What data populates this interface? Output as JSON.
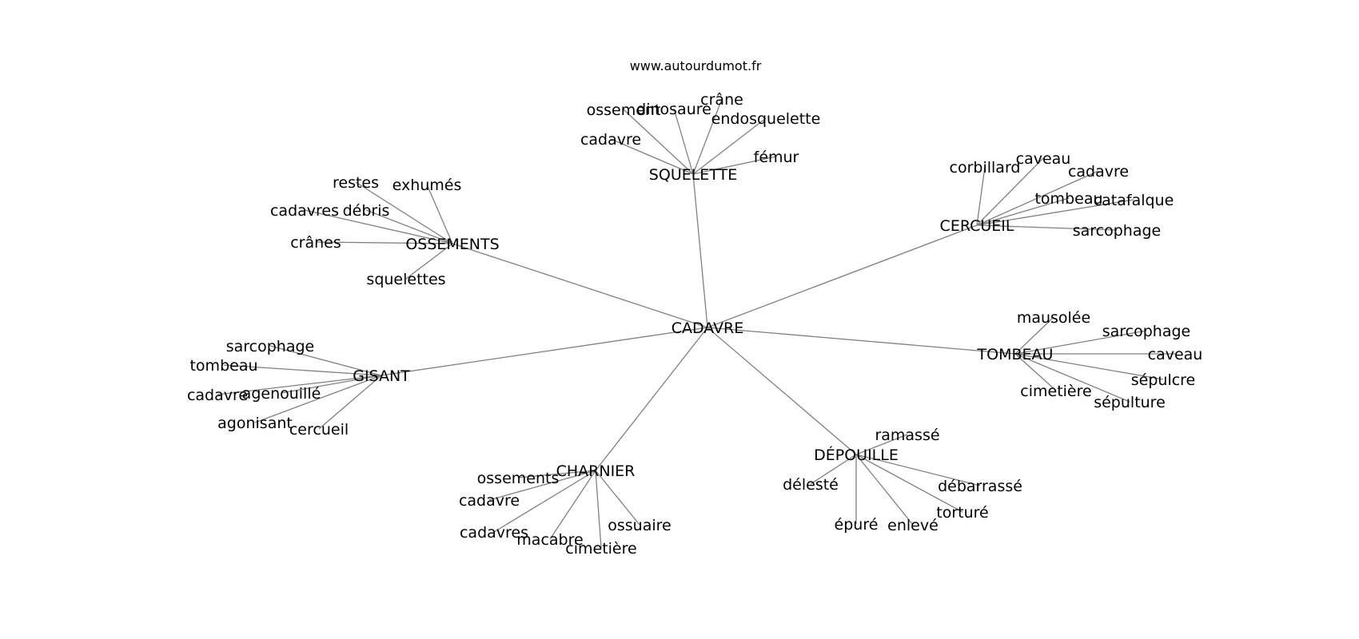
{
  "watermark": "www.autourdumot.fr",
  "colors": {
    "edge": "#808080",
    "text": "#000000",
    "background": "#ffffff"
  },
  "graph": {
    "center": {
      "id": "center",
      "label": "CADAVRE"
    },
    "hubs": [
      {
        "id": "squelette",
        "label": "SQUELETTE",
        "leaves": [
          "ossement",
          "dinosaure",
          "crâne",
          "endosquelette",
          "cadavre",
          "fémur"
        ]
      },
      {
        "id": "ossements",
        "label": "OSSEMENTS",
        "leaves": [
          "restes",
          "exhumés",
          "cadavres",
          "débris",
          "crânes",
          "squelettes"
        ]
      },
      {
        "id": "cercueil",
        "label": "CERCUEIL",
        "leaves": [
          "corbillard",
          "caveau",
          "cadavre",
          "tombeau",
          "catafalque",
          "sarcophage"
        ]
      },
      {
        "id": "tombeau",
        "label": "TOMBEAU",
        "leaves": [
          "mausolée",
          "sarcophage",
          "caveau",
          "sépulcre",
          "cimetière",
          "sépulture"
        ]
      },
      {
        "id": "gisant",
        "label": "GISANT",
        "leaves": [
          "sarcophage",
          "tombeau",
          "cadavre",
          "agenouillé",
          "agonisant",
          "cercueil"
        ]
      },
      {
        "id": "charnier",
        "label": "CHARNIER",
        "leaves": [
          "ossements",
          "cadavre",
          "cadavres",
          "macabre",
          "cimetière",
          "ossuaire"
        ]
      },
      {
        "id": "depouille",
        "label": "DÉPOUILLE",
        "leaves": [
          "ramassé",
          "délesté",
          "débarrassé",
          "épuré",
          "enlevé",
          "torturé"
        ]
      }
    ]
  }
}
